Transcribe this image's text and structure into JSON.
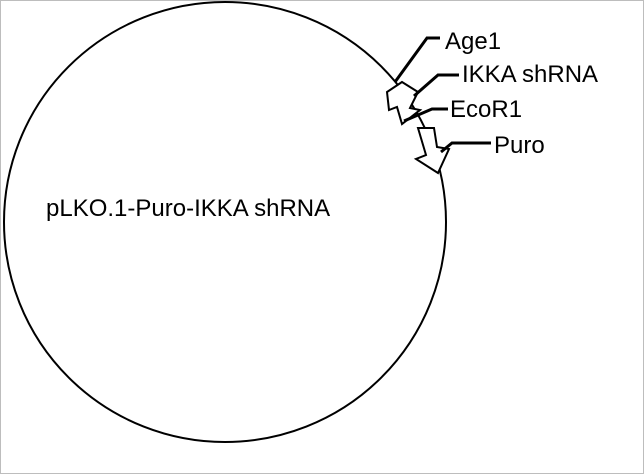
{
  "plasmid": {
    "name": "pLKO.1-Puro-IKKA shRNA",
    "features": [
      {
        "label": "Age1"
      },
      {
        "label": "IKKA shRNA"
      },
      {
        "label": "EcoR1"
      },
      {
        "label": "Puro"
      }
    ]
  },
  "colors": {
    "line": "#000000",
    "background": "#ffffff",
    "arrow_fill": "#ffffff"
  }
}
